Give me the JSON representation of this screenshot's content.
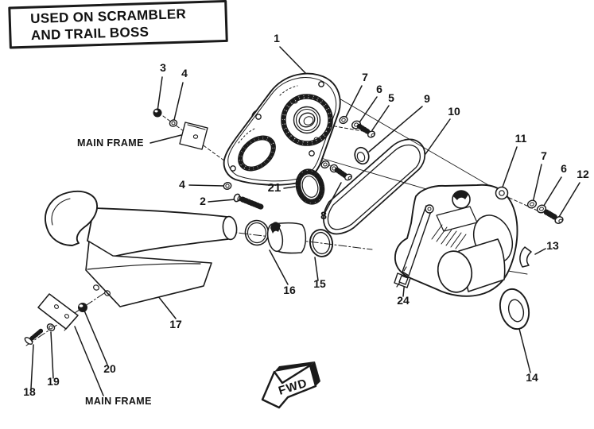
{
  "header": {
    "line1": "USED ON SCRAMBLER",
    "line2": "AND TRAIL BOSS"
  },
  "labels": {
    "main_frame_upper": "MAIN FRAME",
    "main_frame_lower": "MAIN FRAME",
    "direction_arrow": "FWD"
  },
  "callouts": {
    "c1": "1",
    "c2": "2",
    "c3": "3",
    "c4_top": "4",
    "c4_mid": "4",
    "c5": "5",
    "c6_left": "6",
    "c6_right": "6",
    "c7_left": "7",
    "c7_right": "7",
    "c8": "8",
    "c9": "9",
    "c10": "10",
    "c11": "11",
    "c12": "12",
    "c13": "13",
    "c14": "14",
    "c15": "15",
    "c16": "16",
    "c17": "17",
    "c18": "18",
    "c19": "19",
    "c20": "20",
    "c21": "21",
    "c24": "24"
  },
  "colors": {
    "ink": "#1a1a1a",
    "paper": "#ffffff"
  }
}
